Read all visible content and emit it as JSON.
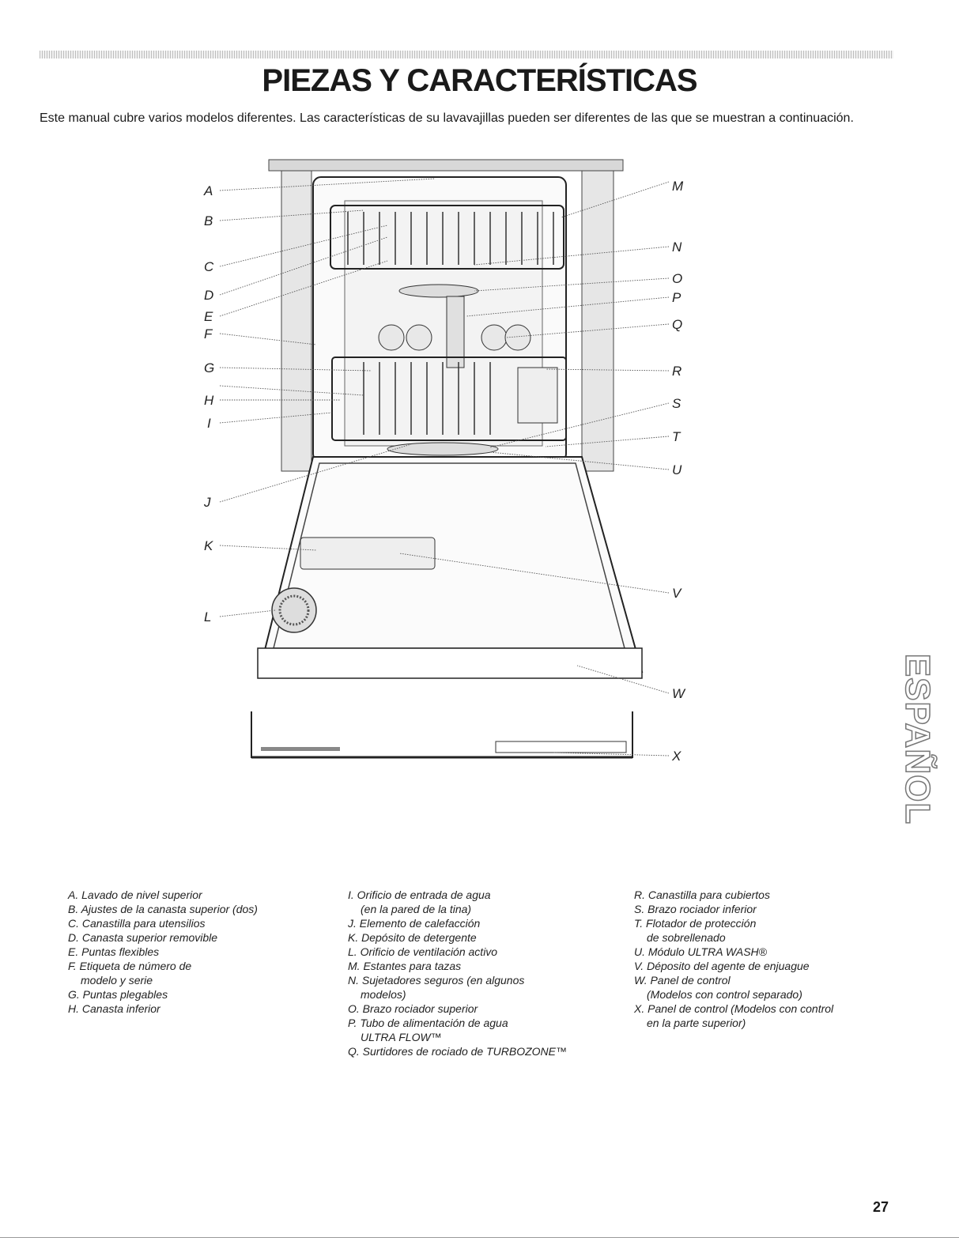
{
  "title": "PIEZAS Y CARACTERÍSTICAS",
  "intro": "Este manual cubre varios modelos diferentes. Las características de su lavavajillas pueden ser diferentes de las que se muestran a continuación.",
  "side_tab": "ESPAÑOL",
  "diagram_letters": [
    "A",
    "B",
    "C",
    "D",
    "E",
    "F",
    "G",
    "H",
    "I",
    "J",
    "K",
    "L",
    "M",
    "N",
    "O",
    "P",
    "Q",
    "R",
    "S",
    "T",
    "U",
    "V",
    "W",
    "X"
  ],
  "legend": {
    "col1": [
      {
        "text": "A. Lavado de nivel superior"
      },
      {
        "text": "B. Ajustes de la canasta superior (dos)"
      },
      {
        "text": "C. Canastilla para utensilios"
      },
      {
        "text": "D. Canasta superior removible"
      },
      {
        "text": "E. Puntas flexibles"
      },
      {
        "text": "F. Etiqueta de número de",
        "cont": "modelo y serie"
      },
      {
        "text": "G. Puntas plegables"
      },
      {
        "text": "H. Canasta inferior"
      }
    ],
    "col2": [
      {
        "text": "I. Orificio de entrada de agua",
        "cont": "(en la pared de la tina)"
      },
      {
        "text": "J. Elemento de calefacción"
      },
      {
        "text": "K. Depósito de detergente"
      },
      {
        "text": "L. Orificio de ventilación activo"
      },
      {
        "text": "M. Estantes para tazas"
      },
      {
        "text": "N. Sujetadores seguros (en algunos",
        "cont": "modelos)"
      },
      {
        "text": "O. Brazo rociador superior"
      },
      {
        "text": "P. Tubo de alimentación de agua",
        "cont": "ULTRA FLOW™"
      },
      {
        "text": "Q. Surtidores de rociado de TURBOZONE™"
      }
    ],
    "col3": [
      {
        "text": "R. Canastilla para cubiertos"
      },
      {
        "text": "S. Brazo rociador inferior"
      },
      {
        "text": "T. Flotador de protección",
        "cont": "de sobrellenado"
      },
      {
        "text": "U. Módulo ULTRA WASH®"
      },
      {
        "text": "V. Déposito del agente de enjuague"
      },
      {
        "text": "W. Panel de control",
        "cont": "(Modelos con control separado)"
      },
      {
        "text": "X. Panel de control (Modelos con control",
        "cont": "en la parte superior)"
      }
    ]
  },
  "page_number": "27"
}
